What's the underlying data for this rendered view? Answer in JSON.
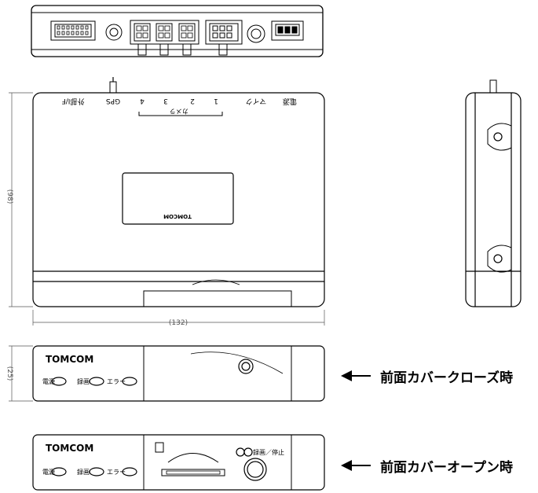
{
  "top_view": {
    "port_labels": [
      "外部I/F",
      "GPS",
      "4",
      "3",
      "2",
      "1",
      "マイク",
      "電源"
    ],
    "camera_label": "カメラ",
    "brand": "TOMCOM"
  },
  "dimensions": {
    "height": "(98)",
    "width": "(132)",
    "depth": "(25)"
  },
  "front_closed": {
    "brand": "TOMCOM",
    "led_labels": [
      "電源",
      "録画",
      "エラー"
    ],
    "caption": "前面カバークローズ時"
  },
  "front_open": {
    "brand": "TOMCOM",
    "led_labels": [
      "電源",
      "録画",
      "エラー"
    ],
    "button_label": "録画／停止",
    "caption": "前面カバーオープン時"
  }
}
